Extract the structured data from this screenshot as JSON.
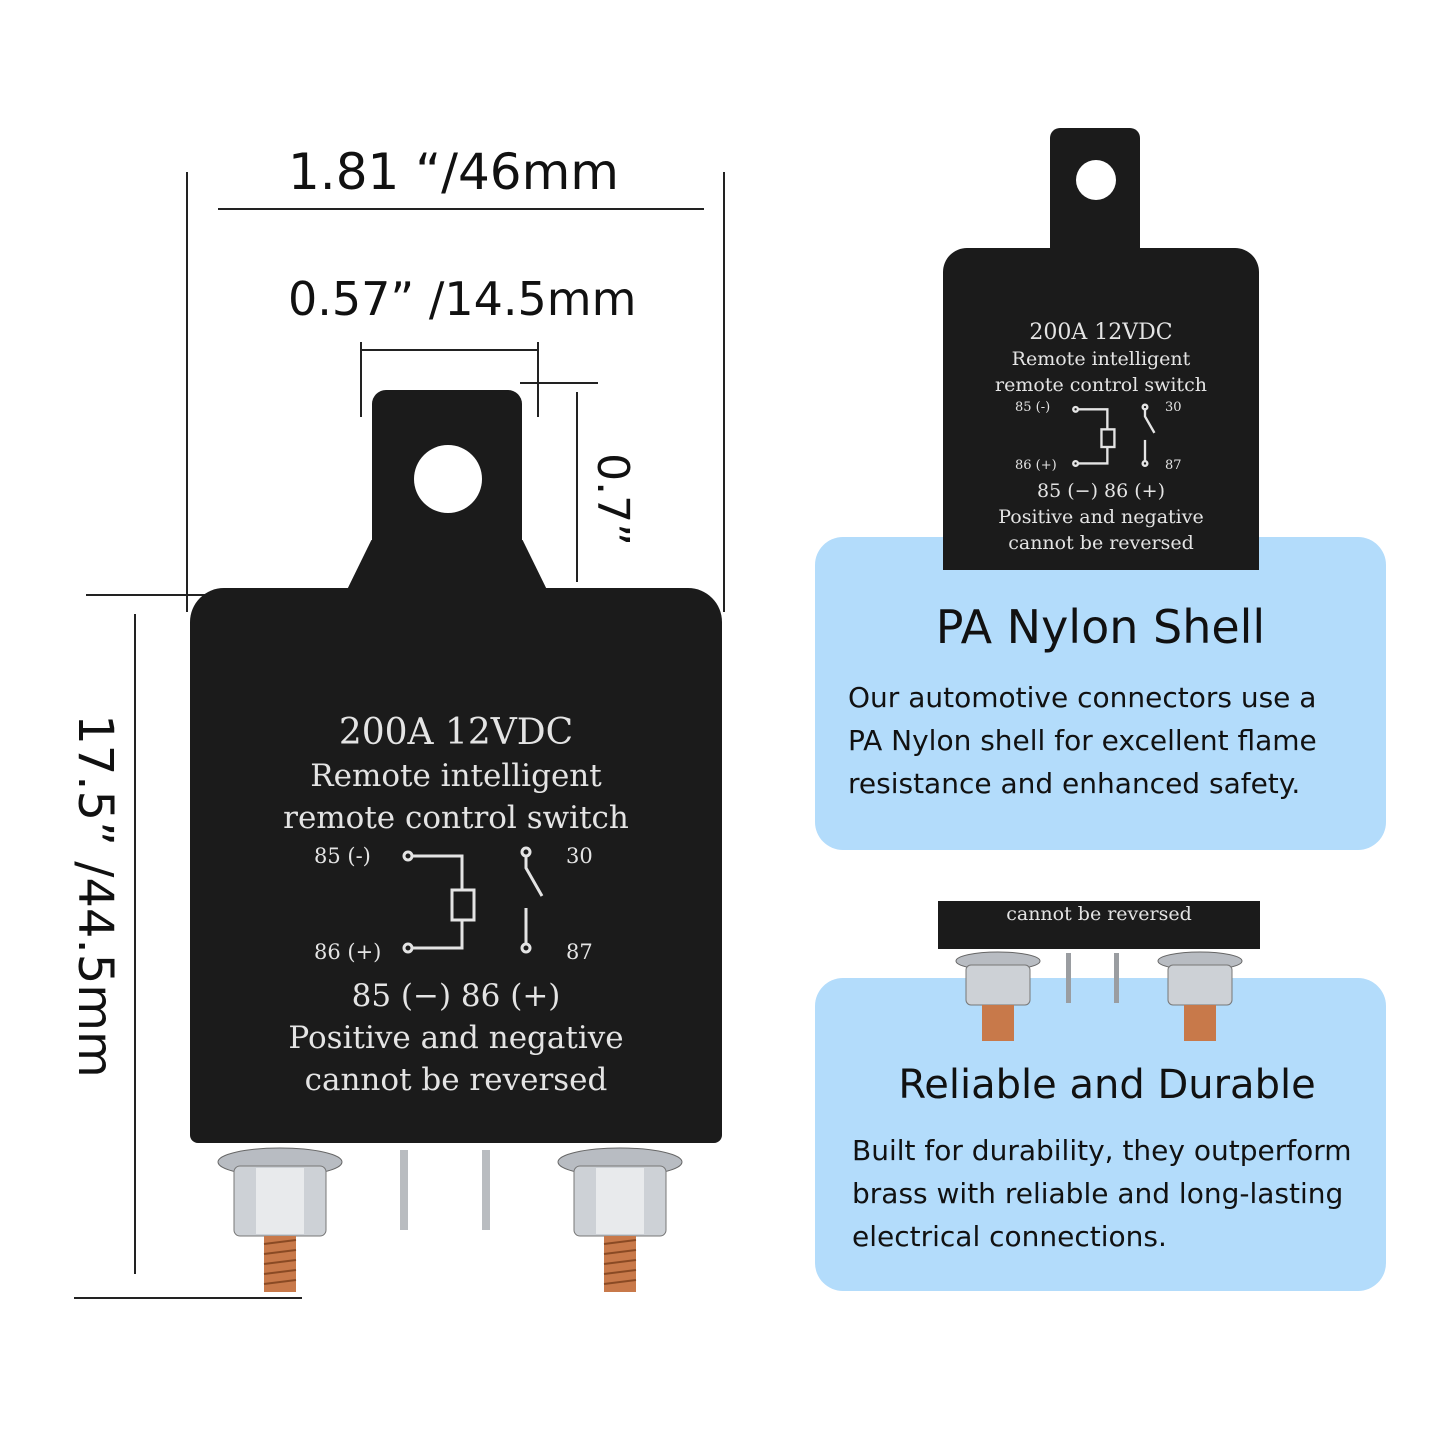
{
  "dimensions": {
    "width_label": "1.81 “/46mm",
    "tab_width_label": "0.57”  /14.5mm",
    "tab_height_label": "0.7”",
    "height_label": "17.5”  /44.5mm"
  },
  "relay_print": {
    "rating": "200A 12VDC",
    "line1": "Remote intelligent",
    "line2": "remote control switch",
    "pin85_neg": "85 (-)",
    "pin30": "30",
    "pin86_pos": "86 (+)",
    "pin87": "87",
    "pins_legend": "85 (−)  86 (+)",
    "warning1": "Positive and negative",
    "warning2": "cannot be reversed"
  },
  "feature_nylon": {
    "title": "PA Nylon Shell",
    "body": [
      "Our automotive connectors use a",
      "PA Nylon shell for excellent flame",
      "resistance and enhanced safety."
    ]
  },
  "feature_durable": {
    "title": "Reliable and Durable",
    "body": [
      "Built for durability, they outperform",
      "brass with reliable and long-lasting",
      "electrical connections."
    ]
  },
  "colors": {
    "card_bg": "#b3dcfb",
    "relay_body": "#1b1b1b",
    "terminal_copper": "#c8794a"
  }
}
